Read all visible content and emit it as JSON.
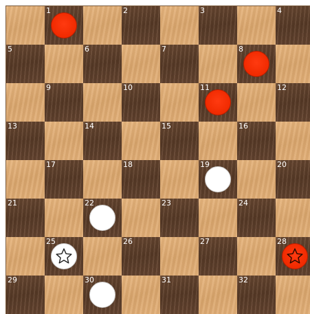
{
  "board": {
    "square_numbers": [
      "1",
      "2",
      "3",
      "4",
      "5",
      "6",
      "7",
      "8",
      "9",
      "10",
      "11",
      "12",
      "13",
      "14",
      "15",
      "16",
      "17",
      "18",
      "19",
      "20",
      "21",
      "22",
      "23",
      "24",
      "25",
      "26",
      "27",
      "28",
      "29",
      "30",
      "31",
      "32"
    ]
  },
  "pieces": [
    {
      "square": 1,
      "color": "red",
      "king": false
    },
    {
      "square": 8,
      "color": "red",
      "king": false
    },
    {
      "square": 11,
      "color": "red",
      "king": false
    },
    {
      "square": 28,
      "color": "red",
      "king": true
    },
    {
      "square": 19,
      "color": "white",
      "king": false
    },
    {
      "square": 22,
      "color": "white",
      "king": false
    },
    {
      "square": 25,
      "color": "white",
      "king": true
    },
    {
      "square": 30,
      "color": "white",
      "king": false
    }
  ],
  "colors": {
    "red_piece": "#f02a00",
    "white_piece": "#ffffff",
    "light_square": "#dcaa70",
    "dark_square": "#5e4029",
    "square_number": "#ffffff"
  },
  "icons": {
    "king_marker": "star-icon"
  }
}
